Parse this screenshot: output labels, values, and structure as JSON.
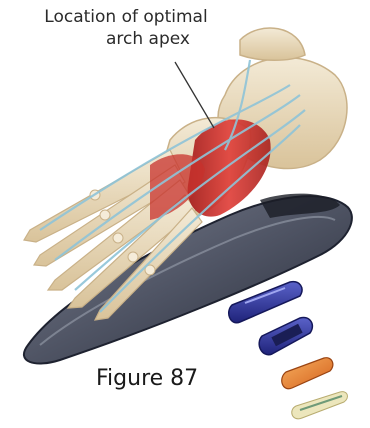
{
  "annotation": {
    "line1": "Location of optimal",
    "line2": "arch apex"
  },
  "caption": "Figure 87",
  "colors": {
    "insole_top": "#5d6170",
    "insole_edge": "#2a2e3c",
    "bone": "#e9dcc0",
    "muscle": "#c8322c",
    "tendon": "#8fc4d8",
    "pad_blue": "#3a3f9a",
    "pad_orange": "#e07a2a",
    "pad_cream": "#e9e3b8"
  }
}
